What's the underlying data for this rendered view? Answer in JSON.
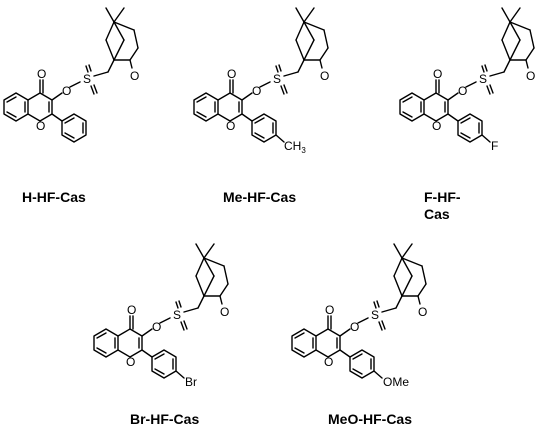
{
  "compounds": [
    {
      "label": "H-HF-Cas",
      "substituent": ""
    },
    {
      "label": "Me-HF-Cas",
      "substituent": "CH3"
    },
    {
      "label_line1": "F-HF-",
      "label_line2": "Cas",
      "substituent": "F"
    },
    {
      "label": "Br-HF-Cas",
      "substituent": "Br"
    },
    {
      "label": "MeO-HF-Cas",
      "substituent": "OMe"
    }
  ],
  "atoms": {
    "carbonyl_o": "O",
    "ring_o": "O",
    "ester_o": "O",
    "sulfur": "S",
    "camphor_o": "O",
    "methyl_c": "CH",
    "methyl_sub": "3"
  }
}
